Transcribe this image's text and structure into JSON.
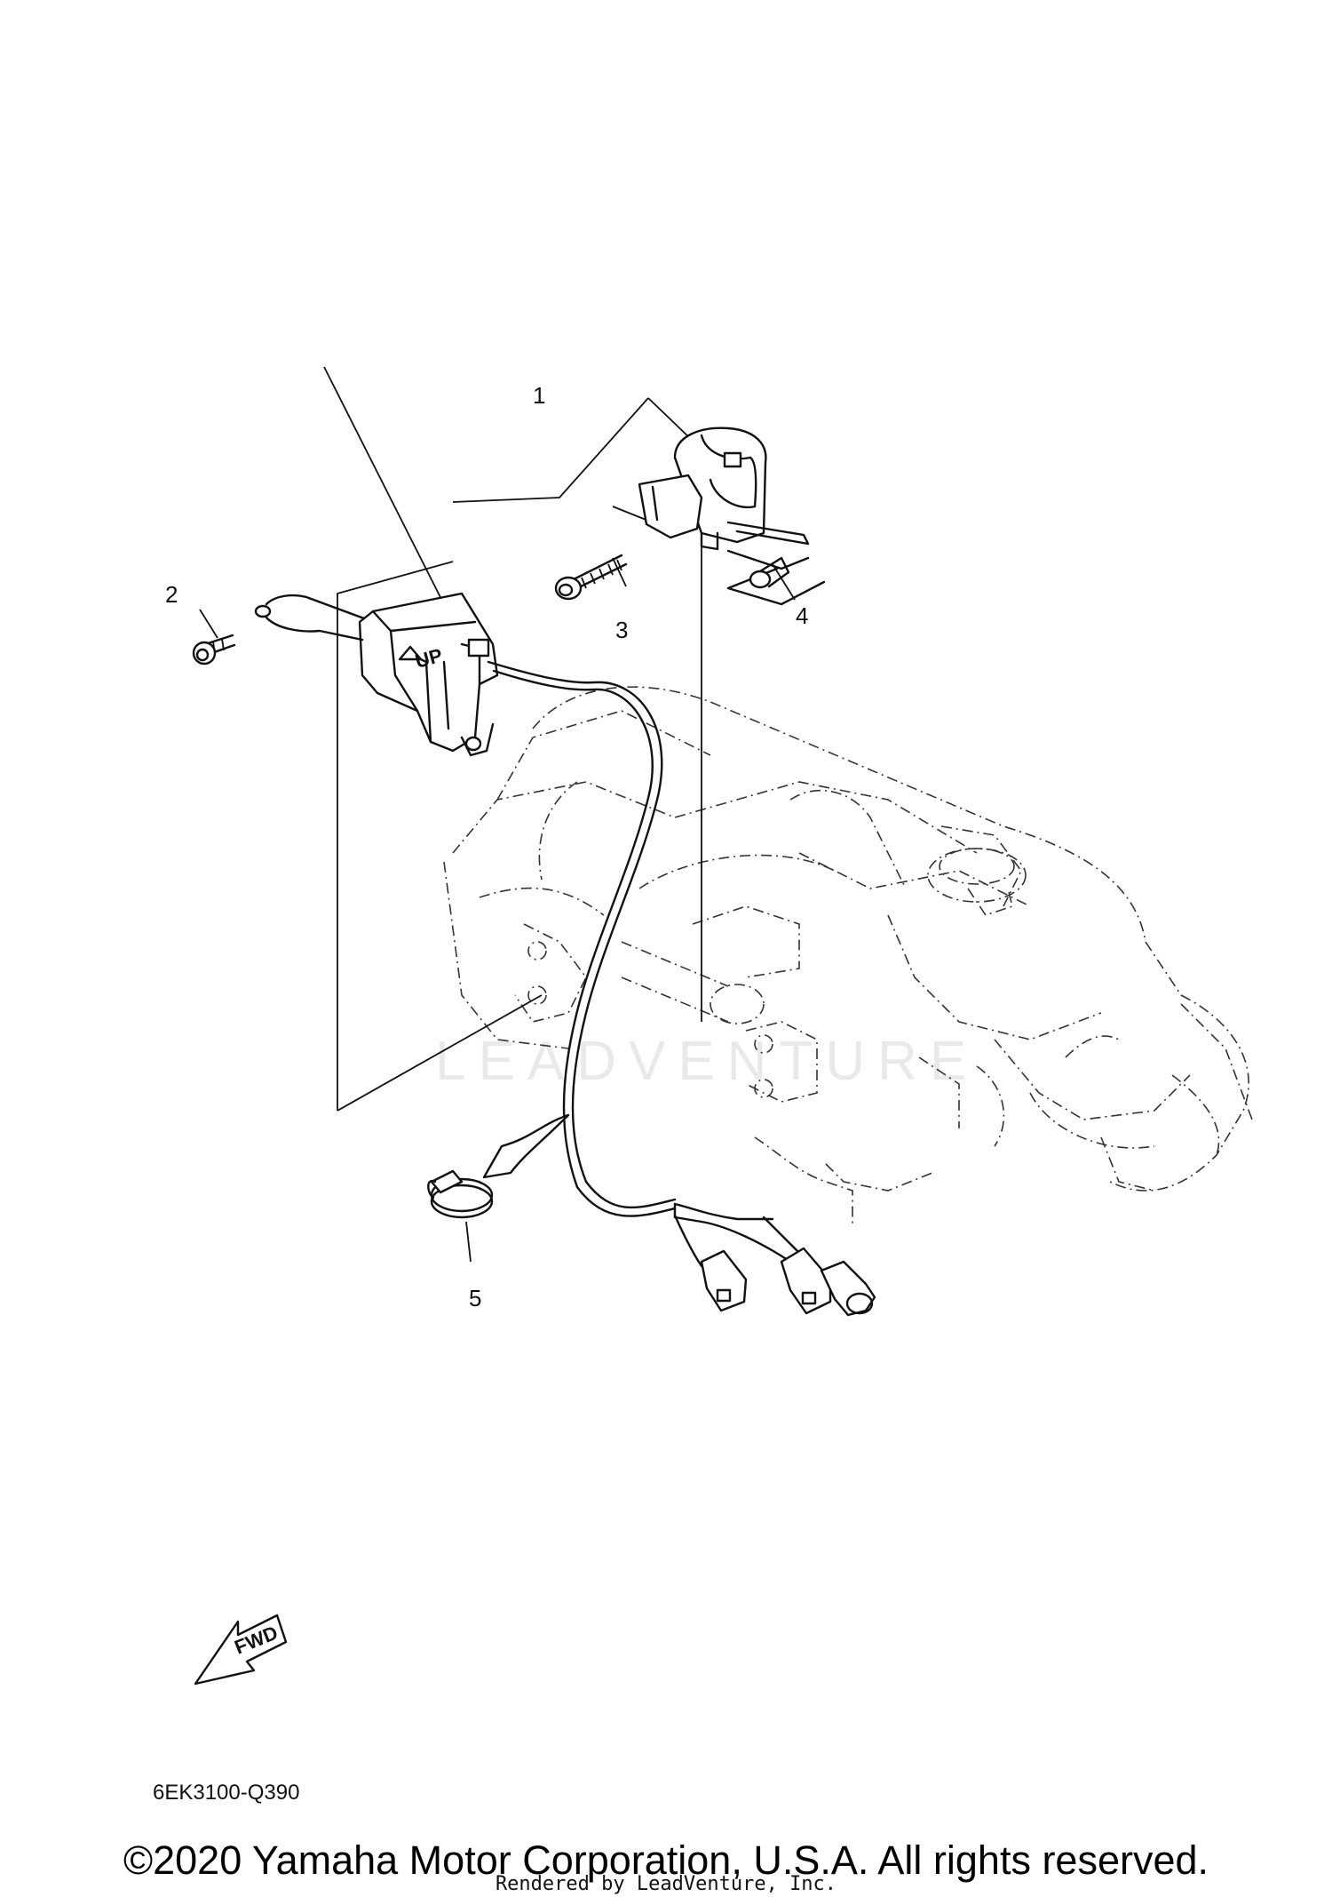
{
  "diagram": {
    "callouts": {
      "c1": "1",
      "c2": "2",
      "c3": "3",
      "c4": "4",
      "c5": "5"
    },
    "sensor_label": "UP",
    "fwd_label": "FWD",
    "watermark": "LEADVENTURE",
    "code": "6EK3100-Q390"
  },
  "footer": {
    "copyright": "©2020 Yamaha Motor Corporation, U.S.A. All rights reserved.",
    "rendered_by": "Rendered by LeadVenture, Inc."
  },
  "colors": {
    "line": "#111111",
    "background": "#ffffff"
  }
}
